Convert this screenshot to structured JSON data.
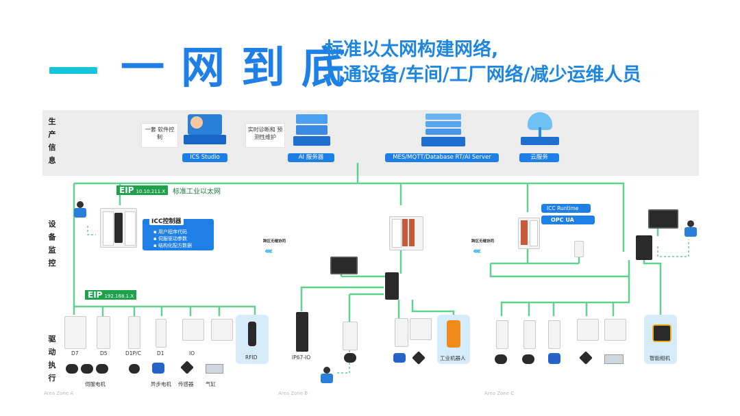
{
  "title": {
    "main": "一网到底",
    "line1": "标准以太网构建网络,",
    "line2": "打通设备/车间/工厂网络/减少运维人员"
  },
  "layers": [
    {
      "id": "info",
      "label": "生产信息"
    },
    {
      "id": "monitor",
      "label": "设备监控"
    },
    {
      "id": "drive",
      "label": "驱动执行"
    }
  ],
  "top_cards": {
    "card1": "一套 软件控制",
    "card2": "实时诊断和 预测性维护"
  },
  "top_items": [
    "ICS Studio",
    "AI 服务器",
    "MES/MQTT/Database RT/AI Server",
    "云服务"
  ],
  "eip_top": {
    "tag": "EIP",
    "ip": "10.10.211.X",
    "desc": "标准工业以太网"
  },
  "eip_a": {
    "tag": "EIP",
    "ip": "192.168.1.X"
  },
  "icc": {
    "title": "ICC控制器",
    "items": [
      "用户程序代码",
      "伺服驱动参数",
      "结构化配方数据"
    ]
  },
  "runtime_badges": [
    "ICC Runtime",
    "OPC UA"
  ],
  "sync_label": "跨区无缝协同",
  "zones": [
    "Area Zone A",
    "Area Zone B",
    "Area Zone C"
  ],
  "zone_a_devices": [
    "D7",
    "D5",
    "D1P/C",
    "D1",
    "IO"
  ],
  "zone_a_bottom": [
    "伺服电机",
    "异步电机",
    "传感器",
    "气缸"
  ],
  "rfid": "RFID",
  "ip67": "IP67-IO",
  "robot": "工业机器人",
  "camera": "智能相机",
  "colors": {
    "accent": "#1e7fe8",
    "network": "#5fd18c",
    "eip": "#1ea14a"
  }
}
